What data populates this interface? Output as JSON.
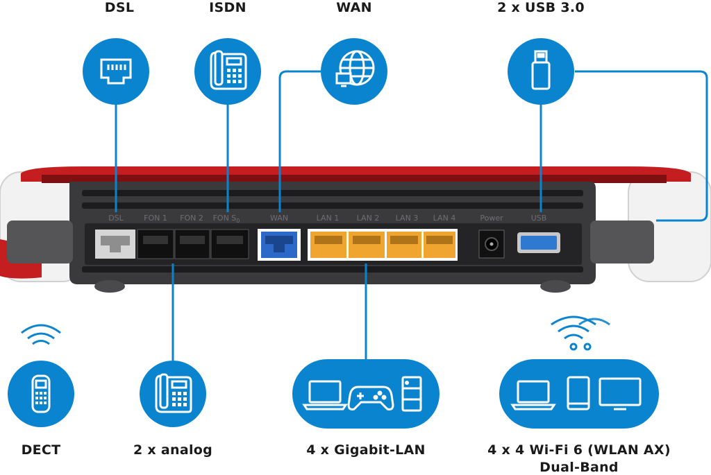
{
  "top_labels": {
    "dsl": "DSL",
    "isdn": "ISDN",
    "wan": "WAN",
    "usb": "2 x USB 3.0"
  },
  "bottom_labels": {
    "dect": "DECT",
    "analog": "2 x analog",
    "lan": "4 x Gigabit-LAN",
    "wifi_line1": "4 x 4 Wi-Fi 6 (WLAN AX)",
    "wifi_line2": "Dual-Band"
  },
  "port_labels": {
    "dsl": "DSL",
    "fon1": "FON 1",
    "fon2": "FON 2",
    "fon_s0": "FON S",
    "fon_s0_sub": "0",
    "wan": "WAN",
    "lan1": "LAN 1",
    "lan2": "LAN 2",
    "lan3": "LAN 3",
    "lan4": "LAN 4",
    "power": "Power",
    "usb": "USB"
  },
  "icons": {
    "dsl": "ethernet-port-icon",
    "isdn": "desk-phone-icon",
    "wan": "globe-network-icon",
    "usb": "usb-stick-icon",
    "dect": "cordless-phone-icon",
    "analog": "desk-phone-icon",
    "lan": [
      "laptop-icon",
      "gamepad-icon",
      "nas-storage-icon"
    ],
    "wifi": [
      "laptop-icon",
      "tablet-icon",
      "monitor-icon"
    ]
  },
  "colors": {
    "accent_blue": "#0b84cf",
    "router_red": "#c41e20",
    "router_body": "#3a3a3d",
    "lan_port": "#f0a531",
    "wan_port": "#2c69c9",
    "dsl_port": "#d6d6d6",
    "usb_port": "#2f7ad0"
  }
}
